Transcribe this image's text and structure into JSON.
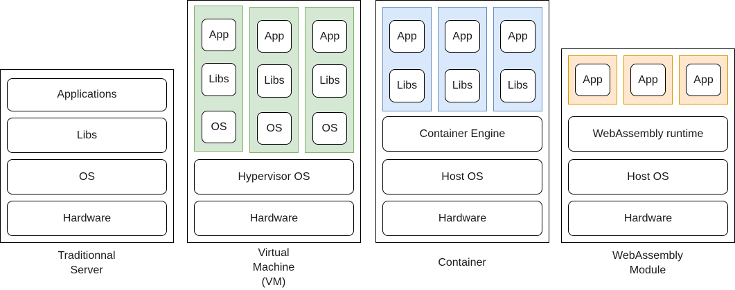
{
  "diagram": {
    "title": "Deployment models comparison",
    "stacks": [
      {
        "name": "traditional-server",
        "caption": [
          "Traditionnal",
          "Server"
        ],
        "layers": [
          "Applications",
          "Libs",
          "OS",
          "Hardware"
        ]
      },
      {
        "name": "virtual-machine",
        "caption": [
          "Virtual",
          "Machine",
          "(VM)"
        ],
        "units": [
          {
            "items": [
              "App",
              "Libs",
              "OS"
            ]
          },
          {
            "items": [
              "App",
              "Libs",
              "OS"
            ]
          },
          {
            "items": [
              "App",
              "Libs",
              "OS"
            ]
          }
        ],
        "unit_color": "#d5e8d4",
        "layers": [
          "Hypervisor OS",
          "Hardware"
        ]
      },
      {
        "name": "container",
        "caption": [
          "Container"
        ],
        "units": [
          {
            "items": [
              "App",
              "Libs"
            ]
          },
          {
            "items": [
              "App",
              "Libs"
            ]
          },
          {
            "items": [
              "App",
              "Libs"
            ]
          }
        ],
        "unit_color": "#dae8fc",
        "layers": [
          "Container Engine",
          "Host OS",
          "Hardware"
        ]
      },
      {
        "name": "webassembly-module",
        "caption": [
          "WebAssembly",
          "Module"
        ],
        "units": [
          {
            "items": [
              "App"
            ]
          },
          {
            "items": [
              "App"
            ]
          },
          {
            "items": [
              "App"
            ]
          }
        ],
        "unit_color": "#ffe6cc",
        "layers": [
          "WebAssembly runtime",
          "Host OS",
          "Hardware"
        ]
      }
    ]
  }
}
